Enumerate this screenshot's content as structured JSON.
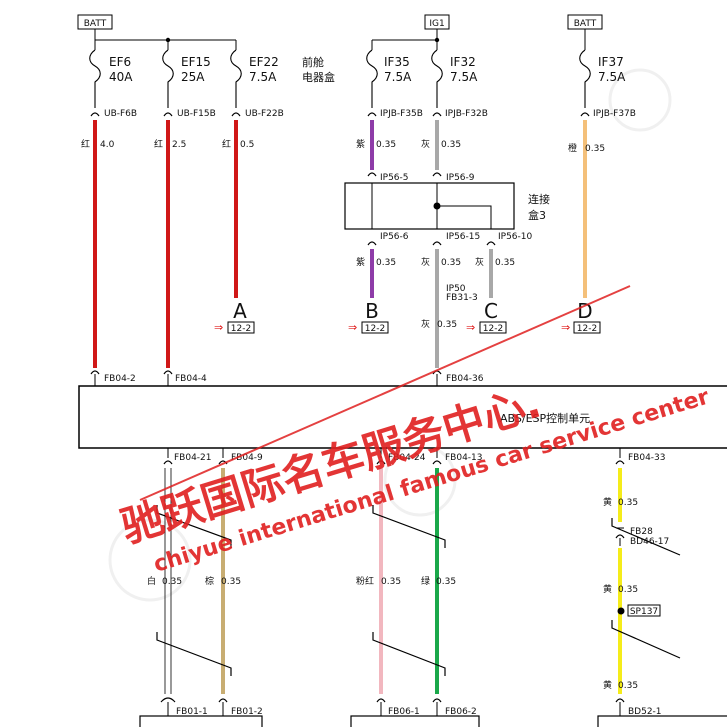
{
  "sources": {
    "batt_left": "BATT",
    "ig1": "IG1",
    "batt_right": "BATT"
  },
  "fuses": [
    {
      "name": "EF6",
      "rating": "40A"
    },
    {
      "name": "EF15",
      "rating": "25A"
    },
    {
      "name": "EF22",
      "rating": "7.5A"
    },
    {
      "name": "IF35",
      "rating": "7.5A"
    },
    {
      "name": "IF32",
      "rating": "7.5A"
    },
    {
      "name": "IF37",
      "rating": "7.5A"
    }
  ],
  "fusebox_label_1": "前舱",
  "fusebox_label_2": "电器盒",
  "fuse_terminals": [
    "UB-F6B",
    "UB-F15B",
    "UB-F22B",
    "IPJB-F35B",
    "IPJB-F32B",
    "IPJB-F37B"
  ],
  "wire_specs_top": [
    {
      "color": "红",
      "size": "4.0"
    },
    {
      "color": "红",
      "size": "2.5"
    },
    {
      "color": "红",
      "size": "0.5"
    },
    {
      "color": "紫",
      "size": "0.35"
    },
    {
      "color": "灰",
      "size": "0.35"
    },
    {
      "color": "橙",
      "size": "0.35"
    }
  ],
  "junction_box": {
    "label_1": "连接",
    "label_2": "盒3",
    "in_pins": [
      "IP56-5",
      "IP56-9"
    ],
    "out_pins": [
      "IP56-6",
      "IP56-15",
      "IP56-10"
    ]
  },
  "wire_specs_mid": [
    {
      "color": "紫",
      "size": "0.35"
    },
    {
      "color": "灰",
      "size": "0.35"
    },
    {
      "color": "灰",
      "size": "0.35"
    }
  ],
  "partial_pin_1": "IP50",
  "partial_pin_2": "FB31-3",
  "wire_spec_c": {
    "color": "灰",
    "size": "0.35"
  },
  "off_page": [
    {
      "letter": "A",
      "ref": "12-2"
    },
    {
      "letter": "B",
      "ref": "12-2"
    },
    {
      "letter": "C",
      "ref": "12-2"
    },
    {
      "letter": "D",
      "ref": "12-2"
    }
  ],
  "ecu": {
    "name": "ABS/ESP控制单元",
    "top_pins": [
      "FB04-2",
      "FB04-4",
      "FB04-36"
    ],
    "bottom_pins": [
      "FB04-21",
      "FB04-9",
      "FB04-24",
      "FB04-13",
      "FB04-33"
    ]
  },
  "wire_specs_bottom": [
    {
      "color": "白",
      "size": "0.35"
    },
    {
      "color": "棕",
      "size": "0.35"
    },
    {
      "color": "粉红",
      "size": "0.35"
    },
    {
      "color": "绿",
      "size": "0.35"
    },
    {
      "color": "黄",
      "size": "0.35"
    },
    {
      "color": "黄",
      "size": "0.35"
    },
    {
      "color": "黄",
      "size": "0.35"
    }
  ],
  "right_connectors": [
    "FB28",
    "BD46-17"
  ],
  "splice": "SP137",
  "bottom_pins": [
    "FB01-1",
    "FB01-2",
    "FB06-1",
    "FB06-2",
    "BD52-1"
  ],
  "watermark": {
    "line_1": "驰跃国际名车服务中心.",
    "line_2": "chiyue international famous car service center"
  },
  "colors": {
    "red_wire": "#d01818",
    "purple_wire": "#8e3ca8",
    "gray_wire": "#a8a8a8",
    "orange_wire": "#f4c07a",
    "tan_wire": "#c8ad72",
    "pink_wire": "#f2b7bf",
    "green_wire": "#1aa84a",
    "yellow_wire": "#f5ec1a",
    "watermark": "#e02020"
  }
}
